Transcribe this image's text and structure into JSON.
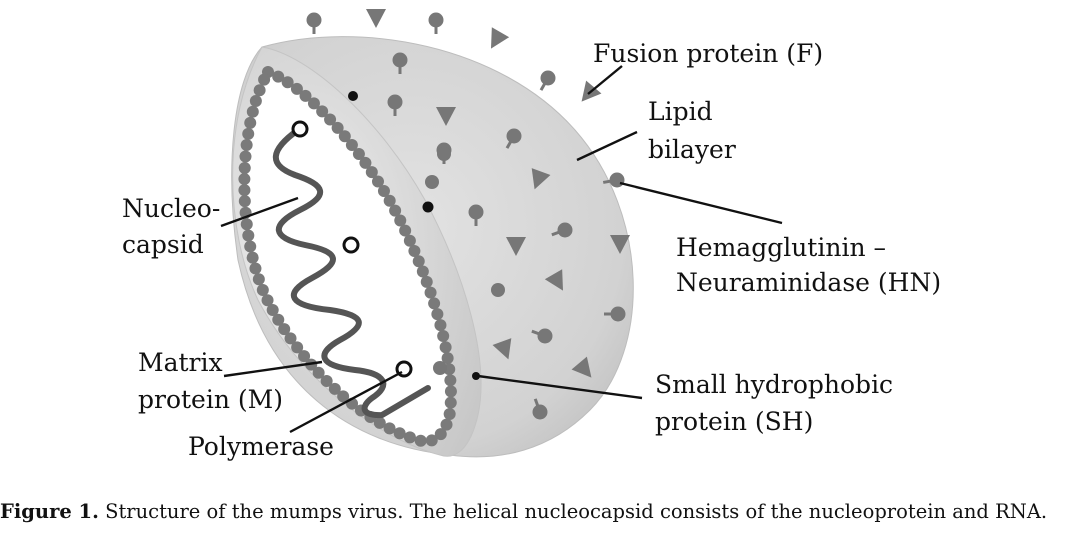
{
  "labels": {
    "fusion": "Fusion protein (F)",
    "lipid_1": "Lipid",
    "lipid_2": "bilayer",
    "hn_1": "Hemagglutinin –",
    "hn_2": "Neuraminidase (HN)",
    "sh_1": "Small hydrophobic",
    "sh_2": "protein (SH)",
    "nucleo_1": "Nucleo-",
    "nucleo_2": "capsid",
    "matrix_1": "Matrix",
    "matrix_2": "protein (M)",
    "polymerase": "Polymerase"
  },
  "caption": {
    "lead": "Figure 1.",
    "text": " Structure of the mumps virus. The helical nucleocapsid consists of the nucleoprotein and RNA."
  },
  "colors": {
    "virion_fill": "#d4d4d4",
    "protein": "#777777",
    "matrix_bead": "#7a7a7a",
    "helix": "#555555",
    "text": "#111111"
  }
}
